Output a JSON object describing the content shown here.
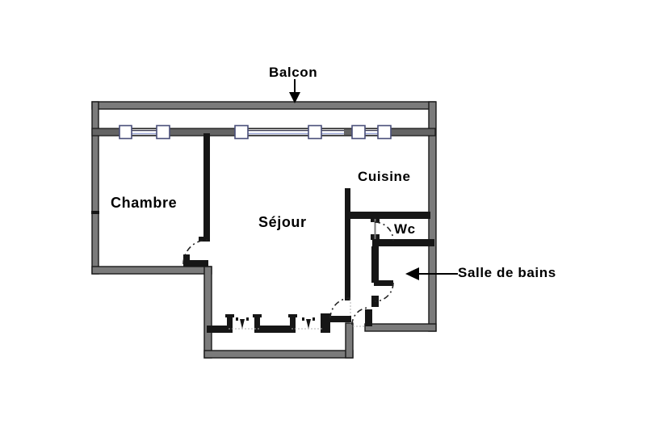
{
  "drawing": {
    "type": "apartment-floor-plan",
    "labels": {
      "balcon": "Balcon",
      "chambre": "Chambre",
      "sejour": "Séjour",
      "cuisine": "Cuisine",
      "wc": "Wc",
      "salle_de_bains": "Salle de bains"
    },
    "annotations": [
      {
        "label": "Balcon",
        "arrow_direction": "down"
      },
      {
        "label": "Salle de bains",
        "arrow_direction": "left"
      }
    ],
    "colors": {
      "background": "#ffffff",
      "exterior_wall_fill": "#7b7b7b",
      "facade_wall_fill": "#646464",
      "wall_edge": "#1a1a1a",
      "interior_wall": "#161616",
      "window_frame": "#4a4f7a",
      "glazing_line": "#9aa6d8",
      "door_swing": "#222222",
      "text": "#000000"
    }
  }
}
